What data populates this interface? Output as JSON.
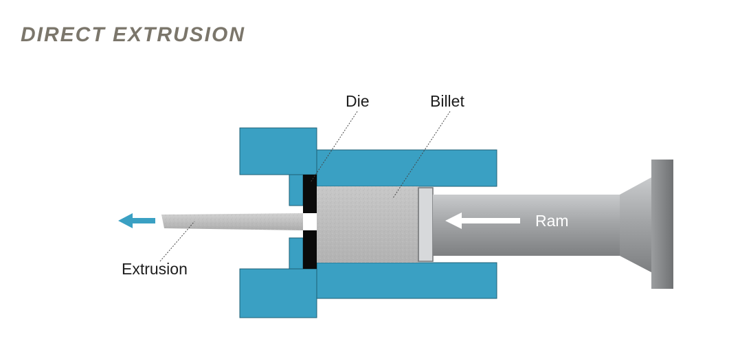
{
  "title": "DIRECT EXTRUSION",
  "labels": {
    "die": "Die",
    "billet": "Billet",
    "extrusion": "Extrusion",
    "ram": "Ram"
  },
  "colors": {
    "container": "#3aa0c3",
    "die": "#0a0a0a",
    "billet": "#bfbfbf",
    "ram": "#a9abad",
    "title": "#7b766b",
    "arrow": "#3aa0c3"
  }
}
